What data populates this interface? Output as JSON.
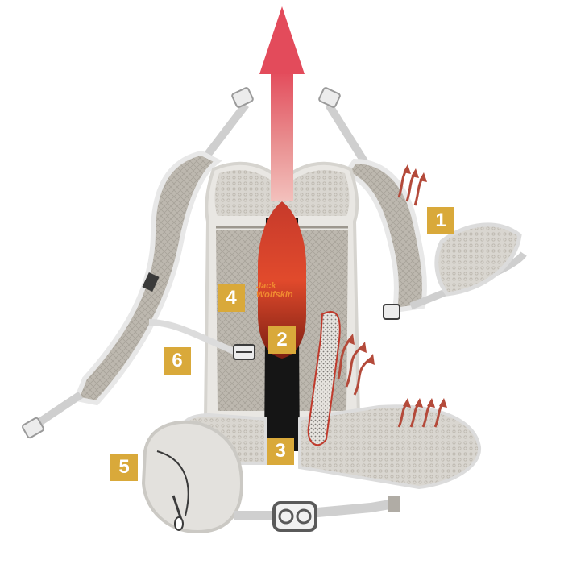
{
  "brand": {
    "line1": "Jack",
    "line2": "Wolfskin"
  },
  "callouts": [
    {
      "id": "1",
      "label": "1"
    },
    {
      "id": "2",
      "label": "2"
    },
    {
      "id": "3",
      "label": "3"
    },
    {
      "id": "4",
      "label": "4"
    },
    {
      "id": "5",
      "label": "5"
    },
    {
      "id": "6",
      "label": "6"
    }
  ],
  "colors": {
    "callout": "#d9a93a",
    "airflow_arrow": "#e0505a",
    "back_panel_mesh": "#b9b4ab",
    "frame_outline": "#dcdcdc",
    "heat_arrows": "#b44a3a"
  }
}
